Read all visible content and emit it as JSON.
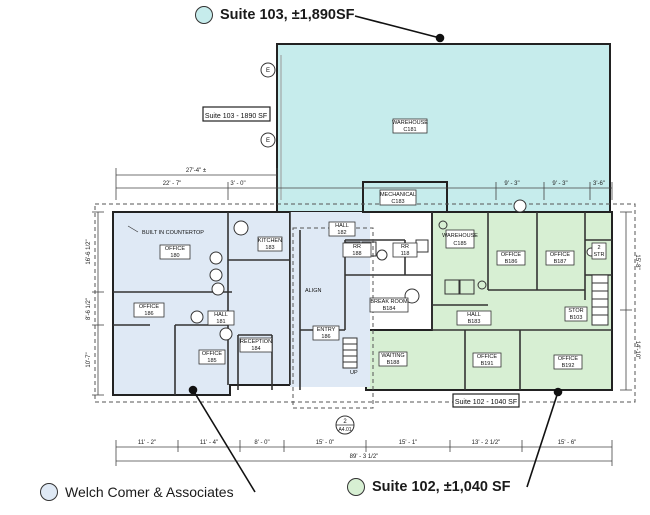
{
  "callouts": {
    "suite103": {
      "label": "Suite 103, ±1,890SF",
      "color": "#c6ecec"
    },
    "suite102": {
      "label": "Suite 102, ±1,040 SF",
      "color": "#d7efd3"
    },
    "welch": {
      "label": "Welch Comer & Associates",
      "color": "#dfe9f5"
    }
  },
  "tags": {
    "suite103_tag": "Suite 103 - 1890 SF",
    "suite102_tag": "Suite 102 - 1040 SF"
  },
  "rooms": {
    "warehouse_c181": [
      "WAREHOUSE",
      "C181"
    ],
    "mechanical": [
      "MECHANICAL",
      "C183"
    ],
    "hall_182": [
      "HALL",
      "182"
    ],
    "kitchen": [
      "KITCHEN",
      "183"
    ],
    "office_180": [
      "OFFICE",
      "180"
    ],
    "office_186": [
      "OFFICE",
      "186"
    ],
    "hall_181": [
      "HALL",
      "181"
    ],
    "office_185": [
      "OFFICE",
      "185"
    ],
    "reception": [
      "RECEPTION",
      "184"
    ],
    "entry": [
      "ENTRY",
      "186"
    ],
    "rr_188": [
      "RR",
      "188"
    ],
    "rr_118": [
      "RR",
      "118"
    ],
    "warehouse_c185": [
      "WAREHOUSE",
      "C185"
    ],
    "break_room": [
      "BREAK ROOM",
      "B184"
    ],
    "hall_b183": [
      "HALL",
      "B183"
    ],
    "waiting": [
      "WAITING",
      "B188"
    ],
    "office_b191": [
      "OFFICE",
      "B191"
    ],
    "office_b192": [
      "OFFICE",
      "B192"
    ],
    "office_b186": [
      "OFFICE",
      "B186"
    ],
    "office_b187": [
      "OFFICE",
      "B187"
    ],
    "stor": [
      "STOR",
      "B103"
    ],
    "str": [
      "STR",
      "2"
    ]
  },
  "notes": {
    "built_in": "BUILT IN COUNTERTOP",
    "align": "ALIGN",
    "up": "UP"
  },
  "dimensions": {
    "top": [
      "27'-4\" ±",
      "22' - 7\"",
      "3' - 0\"",
      "9' - 3\"",
      "9' - 3\"",
      "3'-6\""
    ],
    "bottom": [
      "11' - 2\"",
      "11' - 4\"",
      "8' - 0\"",
      "15' - 0\"",
      "15' - 1\"",
      "13' - 2 1/2\"",
      "15' - 6\""
    ],
    "overall": "89' - 3 1/2\"",
    "left": [
      "16'-6 1/2\"",
      "8'-6 1/2\"",
      "10'-7\""
    ],
    "right": [
      "15'-8\"",
      "14'-10\""
    ]
  },
  "markers": {
    "grid_e": "E",
    "sec_2": "2",
    "sec_a401": "A4.01"
  }
}
